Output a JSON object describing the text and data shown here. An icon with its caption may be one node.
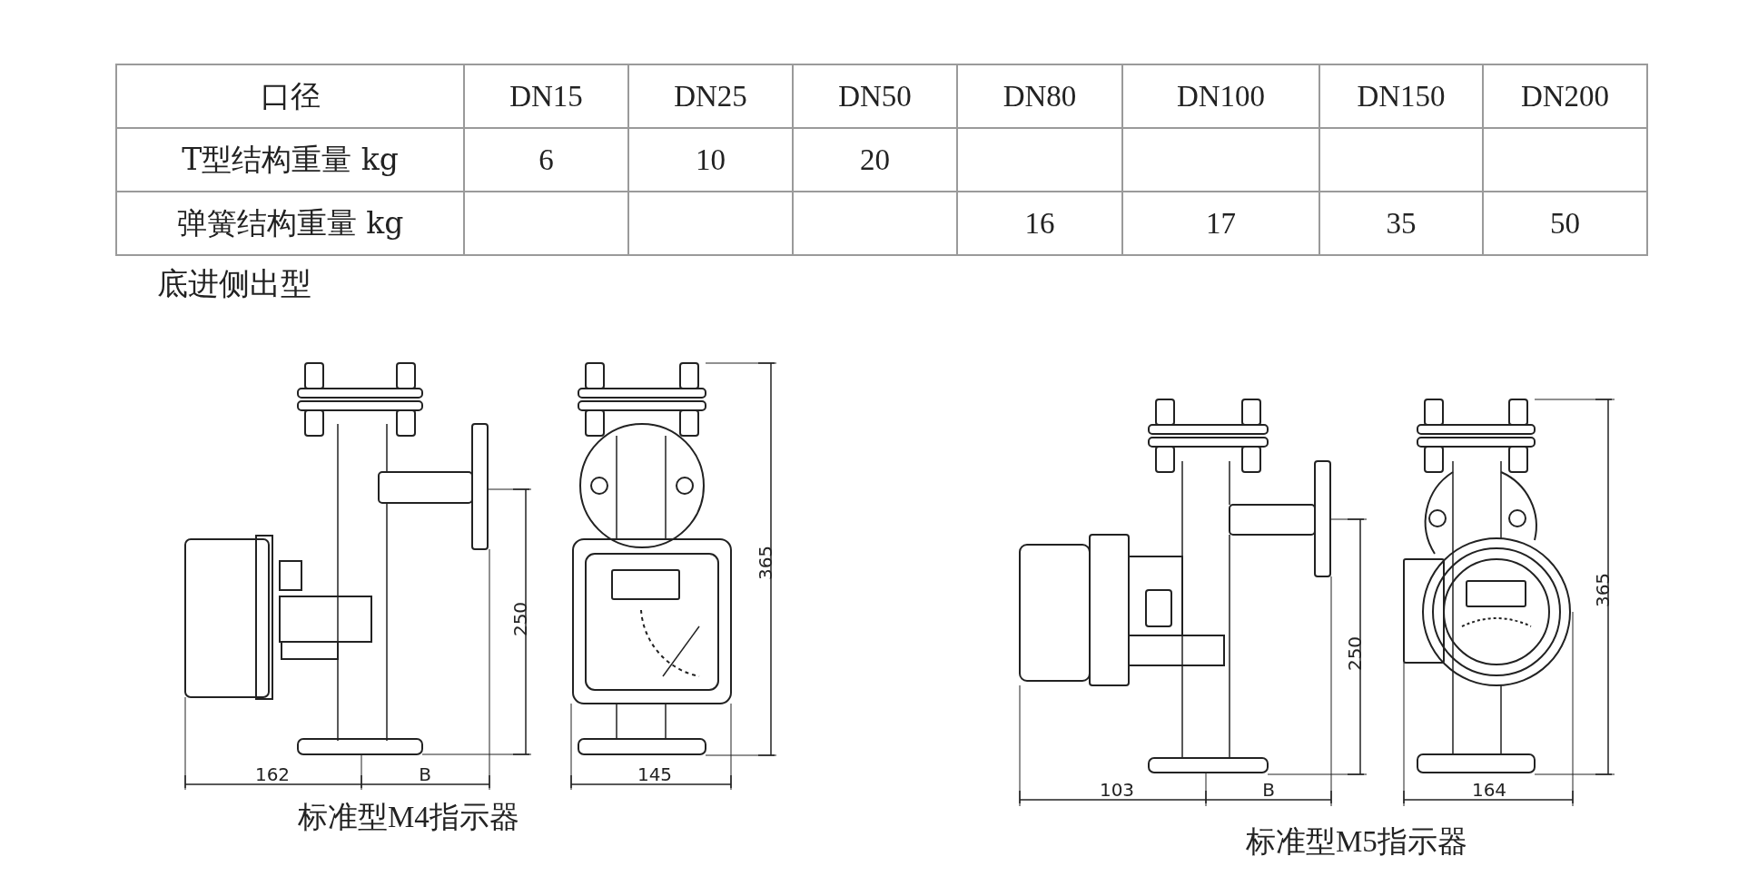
{
  "diagram": {
    "labels": [
      "口径",
      "DN15",
      "DN25",
      "DN50",
      "DN80",
      "DN100",
      "DN150",
      "DN200",
      "T型结构重量 kg",
      "6",
      "10",
      "20",
      "弹簧结构重量 kg",
      "16",
      "17",
      "35",
      "50",
      "底进侧出型",
      "162",
      "B",
      "250",
      "145",
      "365",
      "标准型M4指示器",
      "103",
      "B",
      "250",
      "164",
      "365",
      "标准型M5指示器"
    ]
  }
}
